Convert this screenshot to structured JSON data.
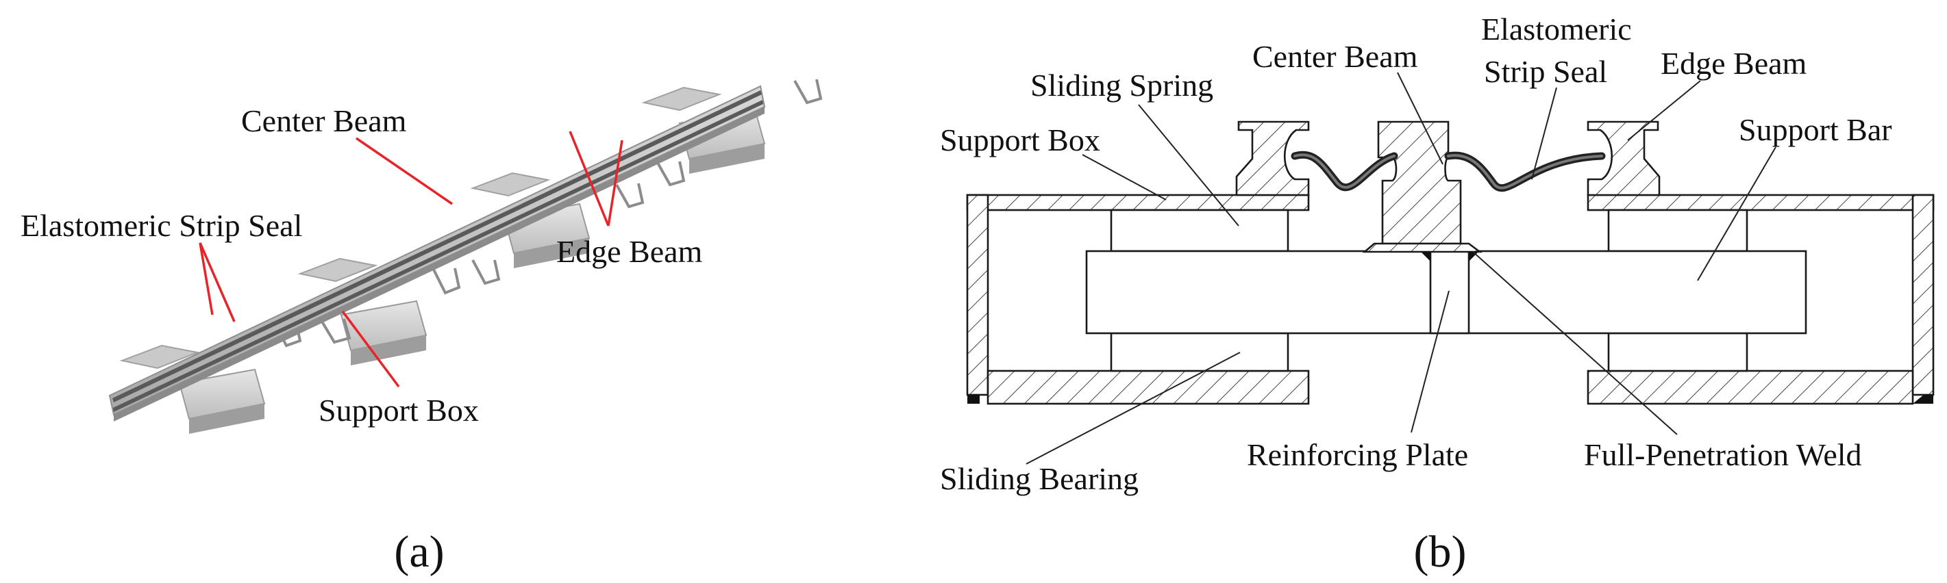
{
  "panel_a": {
    "labels": {
      "center_beam": "Center Beam",
      "elastomeric_strip_seal": "Elastomeric Strip Seal",
      "edge_beam": "Edge Beam",
      "support_box": "Support Box"
    },
    "caption": "(a)",
    "leader_color": "#e8232a"
  },
  "panel_b": {
    "labels": {
      "center_beam": "Center Beam",
      "elastomeric_line1": "Elastomeric",
      "elastomeric_line2": "Strip Seal",
      "edge_beam": "Edge Beam",
      "sliding_spring": "Sliding Spring",
      "support_box": "Support Box",
      "support_bar": "Support Bar",
      "sliding_bearing": "Sliding Bearing",
      "reinforcing_plate": "Reinforcing Plate",
      "full_penetration_weld": "Full-Penetration Weld"
    },
    "caption": "(b)",
    "line_color": "#1a1a1a"
  }
}
